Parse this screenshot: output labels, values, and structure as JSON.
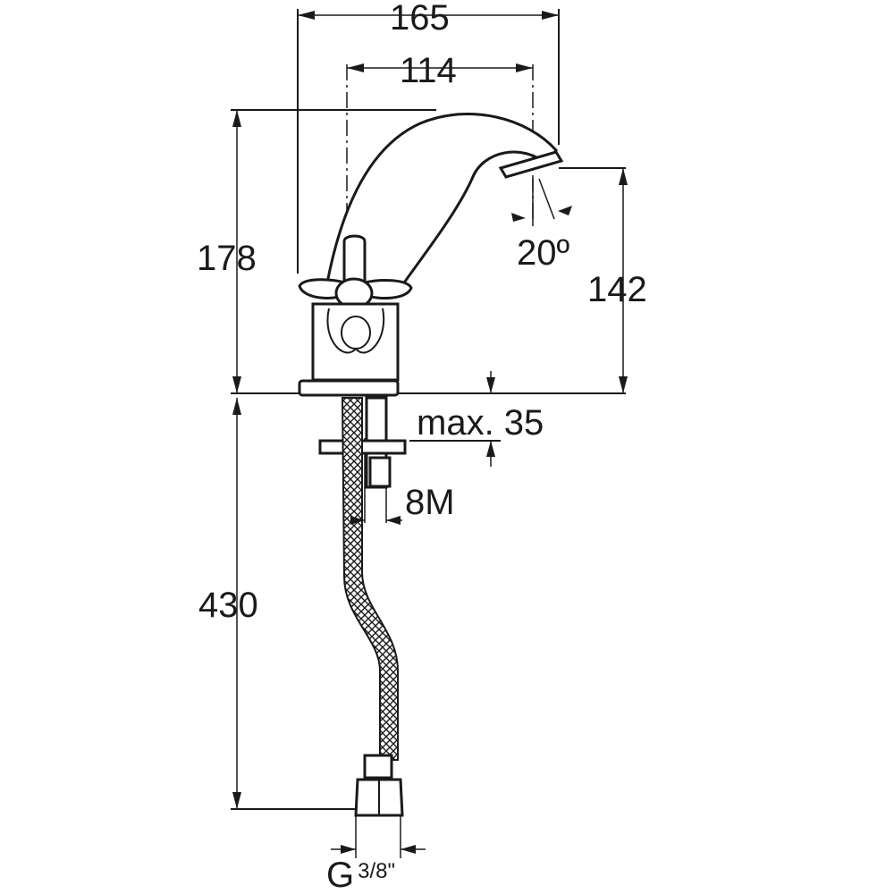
{
  "dimensions": {
    "overall_width": "165",
    "spout_reach": "114",
    "overall_height": "178",
    "spout_height": "142",
    "spout_angle": "20º",
    "max_deck_thickness": "max. 35",
    "stud_thread": "8M",
    "hose_length": "430",
    "connection_main": "G",
    "connection_fraction": "3/8\""
  }
}
